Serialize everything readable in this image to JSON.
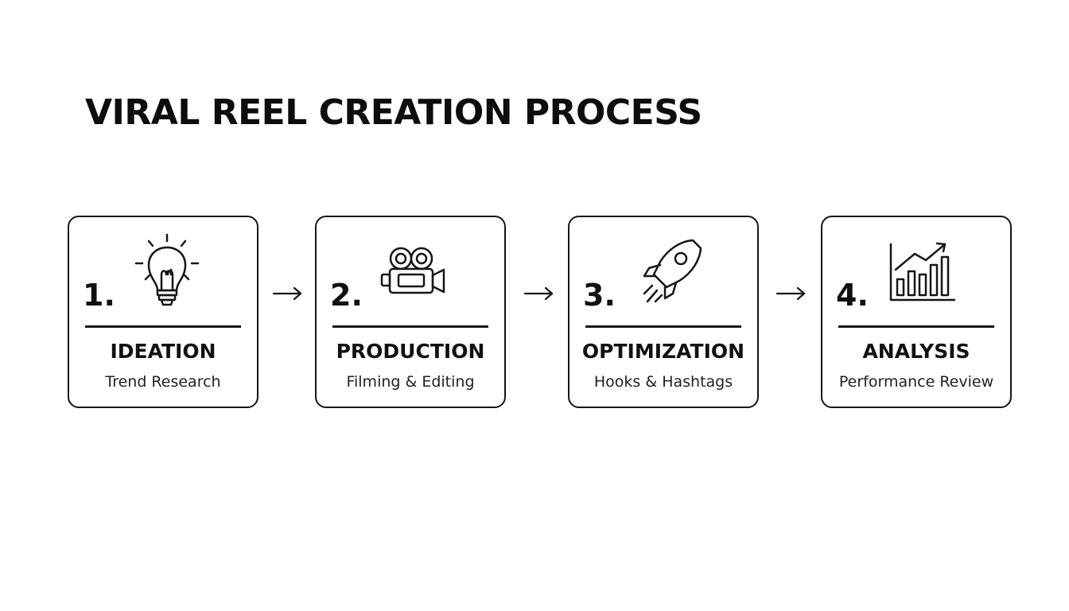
{
  "title": "VIRAL REEL CREATION PROCESS",
  "steps": [
    {
      "number": "1.",
      "label": "IDEATION",
      "sub": "Trend Research",
      "icon": "lightbulb-icon"
    },
    {
      "number": "2.",
      "label": "PRODUCTION",
      "sub": "Filming & Editing",
      "icon": "video-camera-icon"
    },
    {
      "number": "3.",
      "label": "OPTIMIZATION",
      "sub": "Hooks & Hashtags",
      "icon": "rocket-icon"
    },
    {
      "number": "4.",
      "label": "ANALYSIS",
      "sub": "Performance Review",
      "icon": "bar-chart-growth-icon"
    }
  ],
  "colors": {
    "stroke": "#161616",
    "background": "#ffffff",
    "text": "#111111"
  }
}
